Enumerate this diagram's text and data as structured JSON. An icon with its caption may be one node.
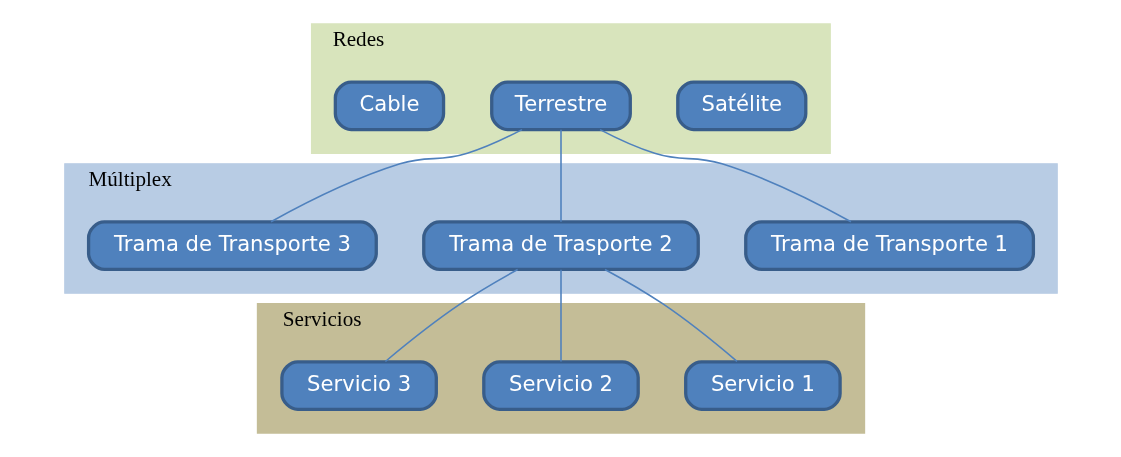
{
  "diagram": {
    "nodes": [
      {
        "text": [
          "Redes"
        ]
      },
      {
        "text": [
          "Satélite"
        ],
        "in": 0
      },
      {
        "text": [
          "Terrestre"
        ],
        "in": 0
      },
      {
        "text": [
          "Cable"
        ],
        "in": 0
      },
      {
        "text": [
          "Múltiplex"
        ]
      },
      {
        "text": [
          "Trama de Transporte 1"
        ],
        "in": 4
      },
      {
        "text": [
          "Trama de Trasporte 2"
        ],
        "in": 4
      },
      {
        "text": [
          "Trama de Transporte 3"
        ],
        "in": 4
      },
      {
        "text": [
          "Servicios"
        ]
      },
      {
        "text": [
          "Servicio 1"
        ],
        "in": 8
      },
      {
        "text": [
          "Servicio 2"
        ],
        "in": 8
      },
      {
        "text": [
          "Servicio 3"
        ],
        "in": 8
      }
    ],
    "edges": [
      {
        "from": 2,
        "to": 5,
        "arrow": "none"
      },
      {
        "from": 2,
        "to": 6,
        "arrow": "none"
      },
      {
        "from": 2,
        "to": 7,
        "arrow": "none"
      },
      {
        "from": 6,
        "to": 9,
        "arrow": "none"
      },
      {
        "from": 6,
        "to": 10,
        "arrow": "none"
      },
      {
        "from": 6,
        "to": 11,
        "arrow": "none"
      }
    ]
  }
}
